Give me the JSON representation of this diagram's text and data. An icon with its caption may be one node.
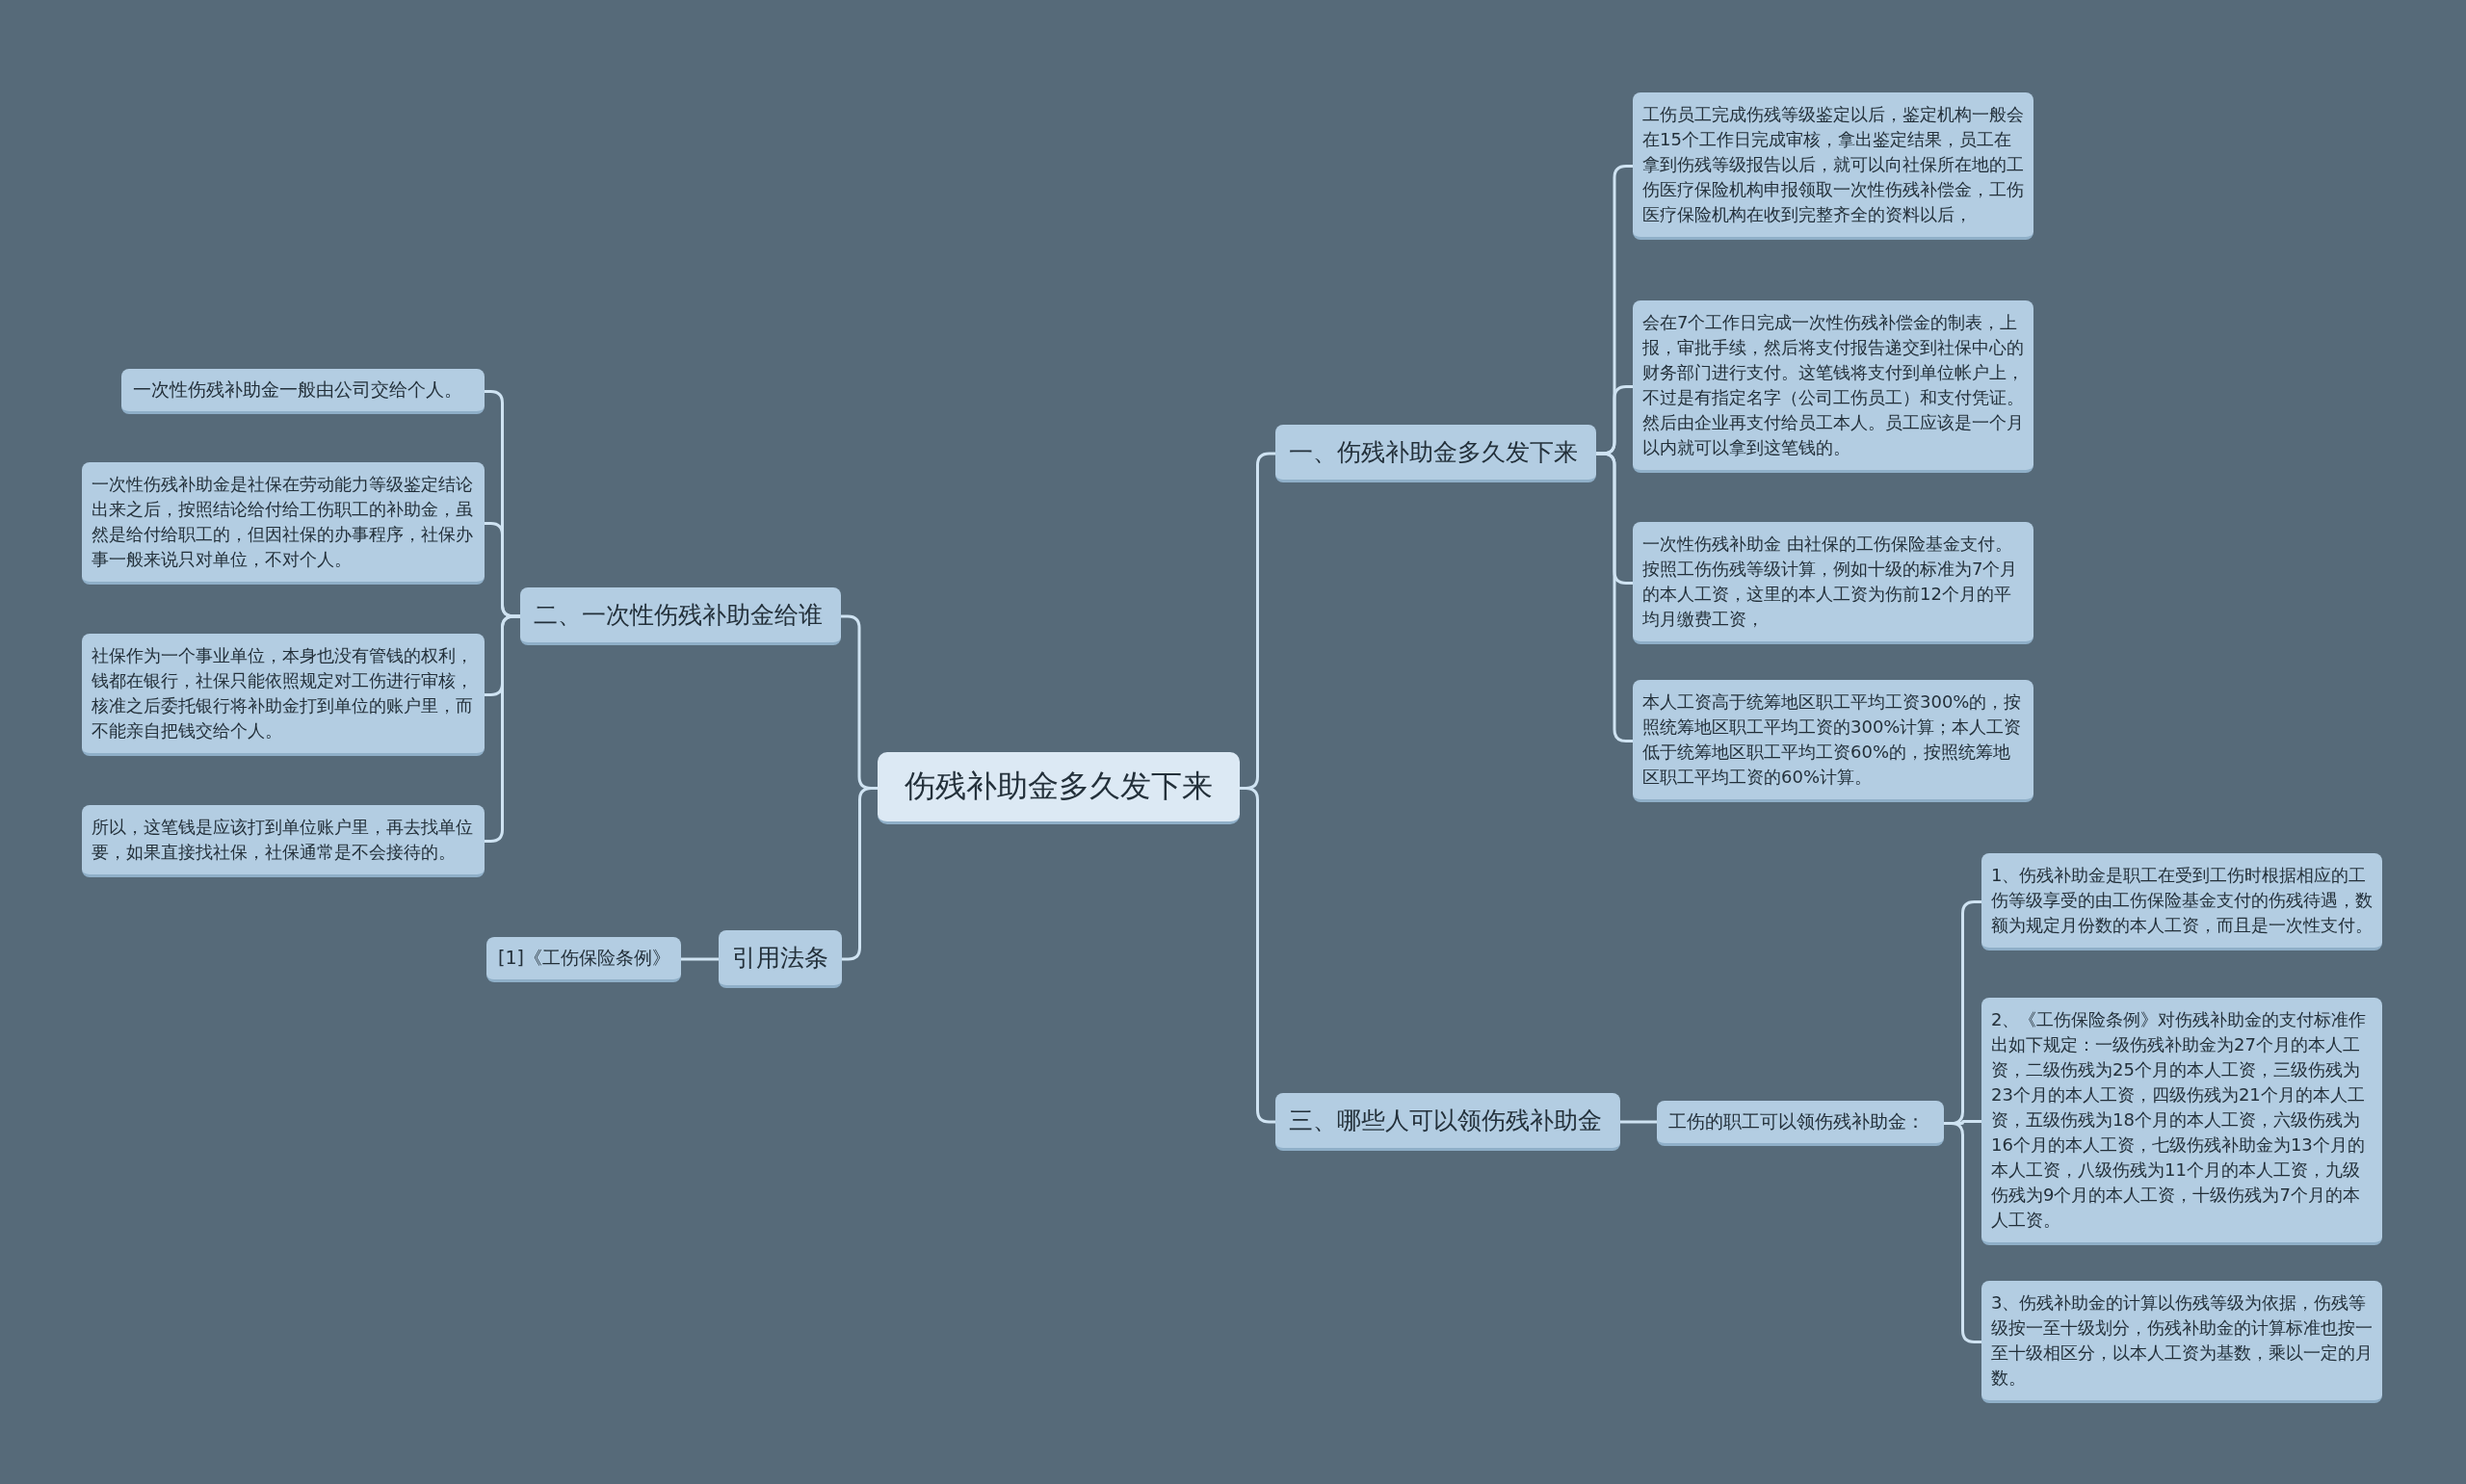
{
  "diagram": {
    "nodes": [
      {
        "text": [
          "伤残补助金多久发下来"
        ]
      },
      {
        "text": [
          "一、伤残补助金多久发下来"
        ]
      },
      {
        "text": [
          "工伤员工完成伤残等级鉴定以后，鉴定机构一般会在15个工作日完成审核，拿出鉴定结果，员工在拿到伤残等级报告以后，就可以向社保所在地的工伤医疗保险机构申报领取一次性伤残补偿金，工伤医疗保险机构在收到完整齐全的资料以后，"
        ]
      },
      {
        "text": [
          "会在7个工作日完成一次性伤残补偿金的制表，上报，审批手续，然后将支付报告递交到社保中心的财务部门进行支付。这笔钱将支付到单位帐户上，不过是有指定名字（公司工伤员工）和支付凭证。然后由企业再支付给员工本人。员工应该是一个月以内就可以拿到这笔钱的。"
        ]
      },
      {
        "text": [
          "一次性伤残补助金 由社保的工伤保险基金支付。按照工伤伤残等级计算，例如十级的标准为7个月的本人工资，这里的本人工资为伤前12个月的平均月缴费工资，"
        ]
      },
      {
        "text": [
          "本人工资高于统筹地区职工平均工资300%的，按照统筹地区职工平均工资的300%计算；本人工资低于统筹地区职工平均工资60%的，按照统筹地区职工平均工资的60%计算。"
        ]
      },
      {
        "text": [
          "三、哪些人可以领伤残补助金"
        ]
      },
      {
        "text": [
          "工伤的职工可以领伤残补助金："
        ]
      },
      {
        "text": [
          "1、伤残补助金是职工在受到工伤时根据相应的工伤等级享受的由工伤保险基金支付的伤残待遇，数额为规定月份数的本人工资，而且是一次性支付。"
        ]
      },
      {
        "text": [
          "2、《工伤保险条例》对伤残补助金的支付标准作出如下规定：一级伤残补助金为27个月的本人工资，二级伤残为25个月的本人工资，三级伤残为23个月的本人工资，四级伤残为21个月的本人工资，五级伤残为18个月的本人工资，六级伤残为16个月的本人工资，七级伤残补助金为13个月的本人工资，八级伤残为11个月的本人工资，九级伤残为9个月的本人工资，十级伤残为7个月的本人工资。"
        ]
      },
      {
        "text": [
          "3、伤残补助金的计算以伤残等级为依据，伤残等级按一至十级划分，伤残补助金的计算标准也按一至十级相区分，以本人工资为基数，乘以一定的月数。"
        ]
      },
      {
        "text": [
          "二、一次性伤残补助金给谁"
        ]
      },
      {
        "text": [
          "一次性伤残补助金一般由公司交给个人。"
        ]
      },
      {
        "text": [
          "一次性伤残补助金是社保在劳动能力等级鉴定结论出来之后，按照结论给付给工伤职工的补助金，虽然是给付给职工的，但因社保的办事程序，社保办事一般来说只对单位，不对个人。"
        ]
      },
      {
        "text": [
          "社保作为一个事业单位，本身也没有管钱的权利，钱都在银行，社保只能依照规定对工伤进行审核，核准之后委托银行将补助金打到单位的账户里，而不能亲自把钱交给个人。"
        ]
      },
      {
        "text": [
          "所以，这笔钱是应该打到单位账户里，再去找单位要，如果直接找社保，社保通常是不会接待的。"
        ]
      },
      {
        "text": [
          "引用法条"
        ]
      },
      {
        "text": [
          "[1]《工伤保险条例》"
        ]
      }
    ],
    "edges": [
      {
        "from": 0,
        "to": 1,
        "arrow": "none"
      },
      {
        "from": 1,
        "to": 2,
        "arrow": "none"
      },
      {
        "from": 1,
        "to": 3,
        "arrow": "none"
      },
      {
        "from": 1,
        "to": 4,
        "arrow": "none"
      },
      {
        "from": 1,
        "to": 5,
        "arrow": "none"
      },
      {
        "from": 0,
        "to": 6,
        "arrow": "none"
      },
      {
        "from": 6,
        "to": 7,
        "arrow": "none"
      },
      {
        "from": 7,
        "to": 8,
        "arrow": "none"
      },
      {
        "from": 7,
        "to": 9,
        "arrow": "none"
      },
      {
        "from": 7,
        "to": 10,
        "arrow": "none"
      },
      {
        "from": 0,
        "to": 11,
        "arrow": "none"
      },
      {
        "from": 11,
        "to": 12,
        "arrow": "none"
      },
      {
        "from": 11,
        "to": 13,
        "arrow": "none"
      },
      {
        "from": 11,
        "to": 14,
        "arrow": "none"
      },
      {
        "from": 11,
        "to": 15,
        "arrow": "none"
      },
      {
        "from": 0,
        "to": 16,
        "arrow": "none"
      },
      {
        "from": 16,
        "to": 17,
        "arrow": "none"
      }
    ]
  }
}
